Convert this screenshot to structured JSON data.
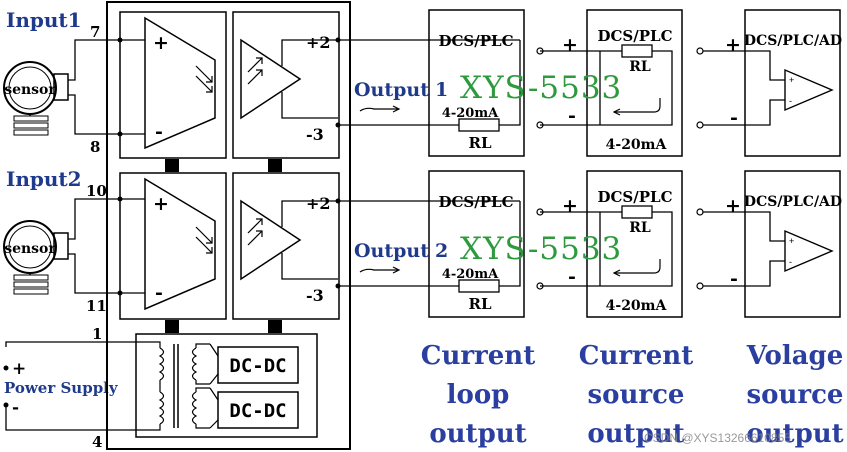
{
  "inputs": [
    {
      "label": "Input1",
      "sensor_label": "sensor",
      "pin_top": "7",
      "pin_bottom": "8"
    },
    {
      "label": "Input2",
      "sensor_label": "sensor",
      "pin_top": "10",
      "pin_bottom": "11"
    }
  ],
  "power": {
    "label": "Power Supply",
    "pin_top": "1",
    "pin_bottom": "4",
    "plus": "+",
    "minus": "-"
  },
  "dcdc": [
    "DC-DC",
    "DC-DC"
  ],
  "channels": [
    {
      "output_label": "Output",
      "output_num": "1",
      "pin_plus": "+2",
      "pin_minus": "-3",
      "watermark": "XYS-5533",
      "loop": {
        "title": "DCS/PLC",
        "current": "4-20mA",
        "rl": "RL"
      },
      "source": {
        "title": "DCS/PLC",
        "current": "4-20mA",
        "rl": "RL",
        "plus": "+",
        "minus": "-"
      },
      "voltage": {
        "title": "DCS/PLC/AD",
        "plus": "+",
        "minus": "-"
      }
    },
    {
      "output_label": "Output",
      "output_num": "2",
      "pin_plus": "+2",
      "pin_minus": "-3",
      "watermark": "XYS-5533",
      "loop": {
        "title": "DCS/PLC",
        "current": "4-20mA",
        "rl": "RL"
      },
      "source": {
        "title": "DCS/PLC",
        "current": "4-20mA",
        "rl": "RL",
        "plus": "+",
        "minus": "-"
      },
      "voltage": {
        "title": "DCS/PLC/AD",
        "plus": "+",
        "minus": "-"
      }
    }
  ],
  "amp_signs": {
    "plus": "+",
    "minus": "-"
  },
  "captions": {
    "current_loop": [
      "Current",
      "loop",
      "output"
    ],
    "current_source": [
      "Current",
      "source",
      "output"
    ],
    "voltage_source": [
      "Volage",
      "source",
      "output"
    ]
  },
  "footer_watermark": "CSDN @XYS13266610855",
  "colors": {
    "ink": "#000000",
    "input_blue": "#1f3a8a",
    "caption_blue": "#2b3fa0",
    "watermark_green": "#2e9a3e"
  }
}
